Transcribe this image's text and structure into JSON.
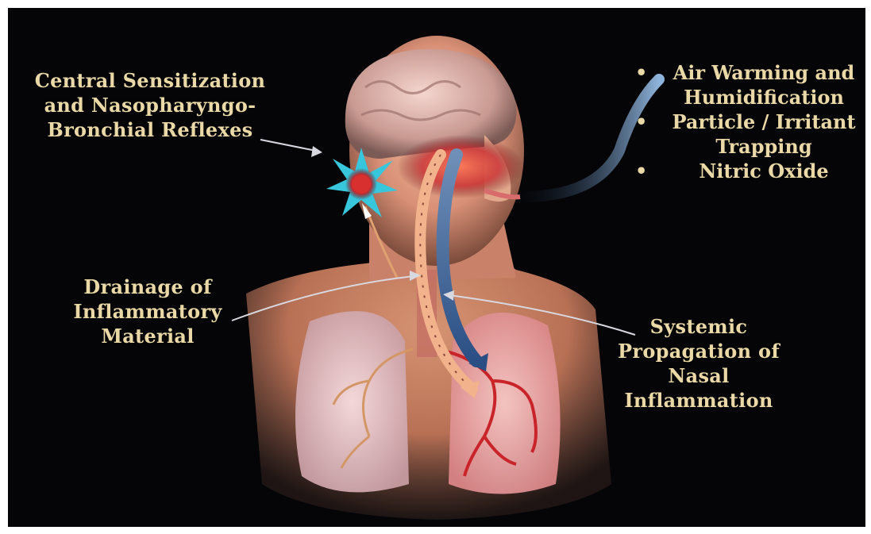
{
  "labels": {
    "central": [
      "Central Sensitization",
      "and Nasopharyngo-",
      "Bronchial Reflexes"
    ],
    "drainage": [
      "Drainage of",
      "Inflammatory",
      "Material"
    ],
    "systemic": [
      "Systemic",
      "Propagation of",
      "Nasal",
      "Inflammation"
    ]
  },
  "benefits": [
    {
      "bullet": "•",
      "lines": [
        "Air Warming and",
        "Humidification"
      ]
    },
    {
      "bullet": "•",
      "lines": [
        "Particle / Irritant",
        "Trapping"
      ]
    },
    {
      "bullet": "•",
      "lines": [
        "Nitric Oxide"
      ]
    }
  ],
  "colors": {
    "background": "#050507",
    "label_text": "#ead9a6",
    "inflammation": "#c8242a",
    "airflow": "#3a5f8f",
    "burst": "#37c6dc"
  }
}
